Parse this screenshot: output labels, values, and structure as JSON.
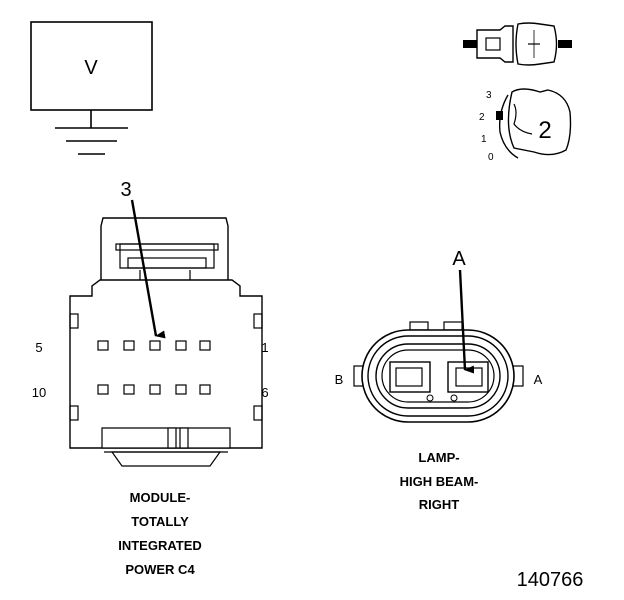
{
  "voltmeter": {
    "label": "V"
  },
  "switch_positions": {
    "p3": "3",
    "p2": "2",
    "p1": "1",
    "p0": "0",
    "selected": "2"
  },
  "module_connector": {
    "callout": "3",
    "pin_top_left": "5",
    "pin_top_right": "1",
    "pin_bottom_left": "10",
    "pin_bottom_right": "6",
    "caption_lines": [
      "MODULE-",
      "TOTALLY",
      "INTEGRATED",
      "POWER C4"
    ]
  },
  "lamp_connector": {
    "callout": "A",
    "side_left": "B",
    "side_right": "A",
    "caption_lines": [
      "LAMP-",
      "HIGH BEAM-",
      "RIGHT"
    ]
  },
  "figure_id": "140766"
}
